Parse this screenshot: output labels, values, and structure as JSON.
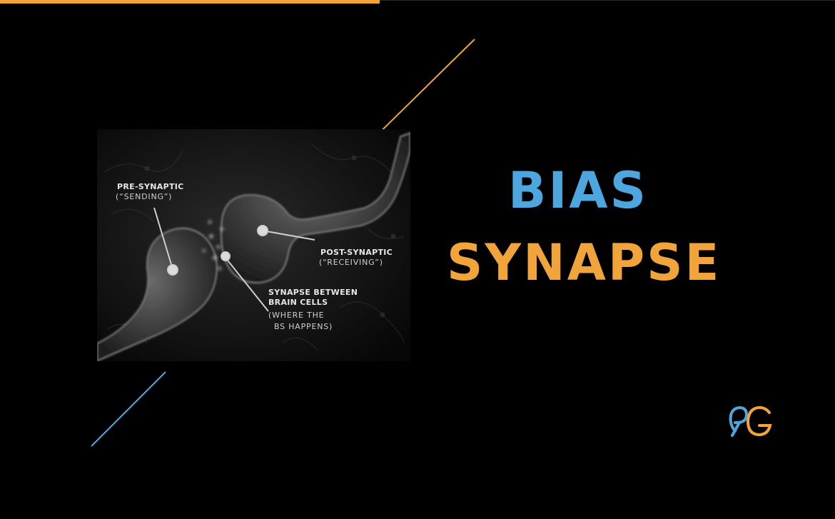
{
  "colors": {
    "background": "#000000",
    "accent_orange": "#f0a43a",
    "accent_blue": "#4ea6de",
    "label_white": "#e6e6e6"
  },
  "slide": {
    "title_line_1": "BIAS",
    "title_line_2": "SYNAPSE"
  },
  "figure": {
    "pre_label": "PRE-SYNAPTIC",
    "pre_sub": "(“SENDING”)",
    "post_label": "POST-SYNAPTIC",
    "post_sub": "(“RECEIVING”)",
    "gap_label_1": "SYNAPSE BETWEEN",
    "gap_label_2": "BRAIN CELLS",
    "gap_sub_1": "(WHERE THE",
    "gap_sub_2": "BS HAPPENS)"
  },
  "logo": {
    "icon": "rg-monogram-icon"
  }
}
